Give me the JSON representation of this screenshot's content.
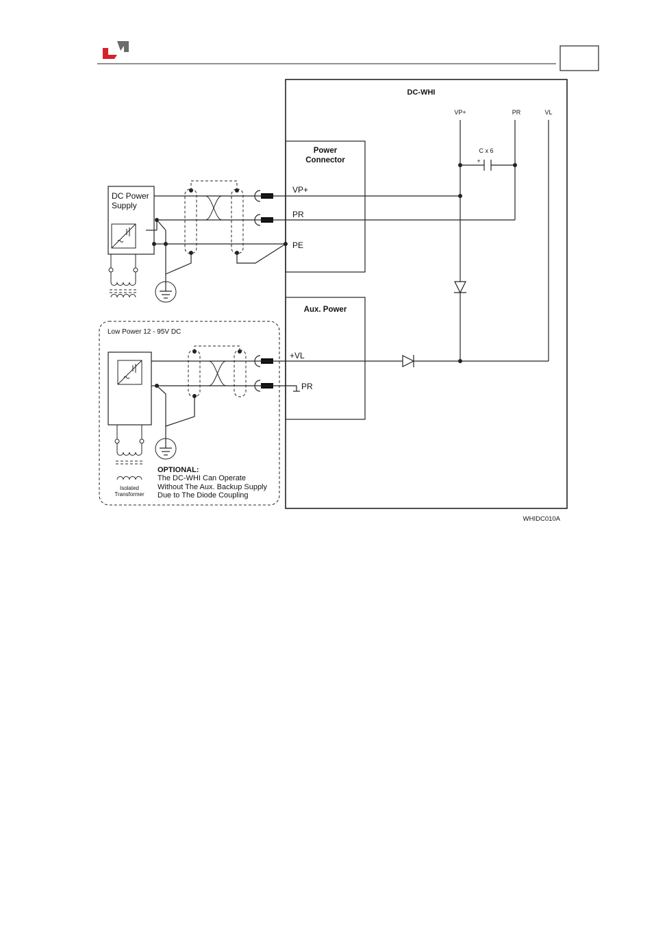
{
  "header": {
    "logo_icon": "company-logo-icon",
    "brand_colors": {
      "red": "#d6202a",
      "gray": "#6b6b6b"
    }
  },
  "diagram": {
    "main_title": "DC-WHI",
    "top_pins": {
      "vp": "VP+",
      "pr": "PR",
      "vl": "VL"
    },
    "capacitor_label": "C x 6",
    "capacitor_plus": "+",
    "power_connector_title_1": "Power",
    "power_connector_title_2": "Connector",
    "power_pins": {
      "vp": "VP+",
      "pr": "PR",
      "pe": "PE"
    },
    "dc_supply_label_1": "DC Power",
    "dc_supply_label_2": "Supply",
    "aux_power_title": "Aux. Power",
    "aux_pins": {
      "vl": "+VL",
      "pr": "PR"
    },
    "low_power_label": "Low Power 12 - 95V DC",
    "optional_title": "OPTIONAL:",
    "optional_lines": [
      "The DC-WHI Can Operate",
      "Without The Aux. Backup Supply",
      "Due to The Diode Coupling"
    ],
    "transformer_label_1": "Isolated",
    "transformer_label_2": "Transformer",
    "figure_code": "WHIDC010A"
  }
}
